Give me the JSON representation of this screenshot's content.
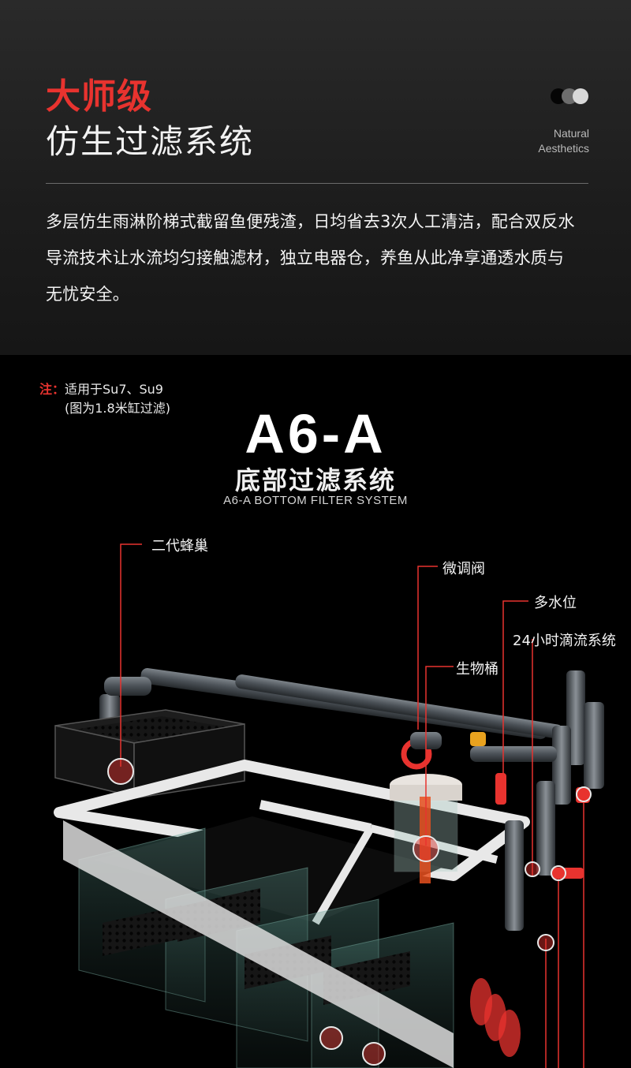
{
  "intro": {
    "headline": "大师级",
    "subline": "仿生过滤系统",
    "tagline_line1": "Natural",
    "tagline_line2": "Aesthetics",
    "description_line1": "多层仿生雨淋阶梯式截留鱼便残渣，日均省去3次人工清洁，配合双反水",
    "description_line2": "导流技术让水流均匀接触滤材，独立电器仓，养鱼从此净享通透水质与",
    "description_line3": "无忧安全。"
  },
  "product": {
    "note_key": "注：",
    "note_line1": "适用于Su7、Su9",
    "note_line2": "(图为1.8米缸过滤)",
    "model": "A6-A",
    "subtitle": "底部过滤系统",
    "subtitle_en": "A6-A BOTTOM FILTER SYSTEM",
    "callouts": {
      "honeycomb": "二代蜂巢",
      "valve": "微调阀",
      "water_level": "多水位",
      "drip_system": "24小时滴流系统",
      "bio_bucket": "生物桶"
    }
  },
  "colors": {
    "accent": "#e8332f",
    "background": "#000000"
  }
}
